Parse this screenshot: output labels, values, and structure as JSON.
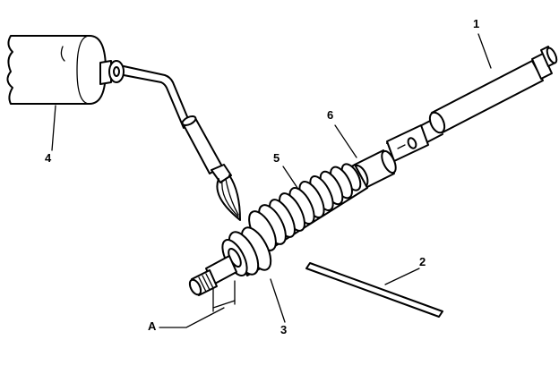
{
  "callouts": {
    "c1": "1",
    "c2": "2",
    "c3": "3",
    "c4": "4",
    "c5": "5",
    "c6": "6",
    "cA": "A"
  },
  "parts": [
    {
      "callout": "1",
      "depicts": "tube-shaft"
    },
    {
      "callout": "2",
      "depicts": "rod"
    },
    {
      "callout": "3",
      "depicts": "flange-collar"
    },
    {
      "callout": "4",
      "depicts": "torch-gas-cylinder"
    },
    {
      "callout": "5",
      "depicts": "worm-thread-section"
    },
    {
      "callout": "6",
      "depicts": "coupling-sleeve"
    }
  ]
}
